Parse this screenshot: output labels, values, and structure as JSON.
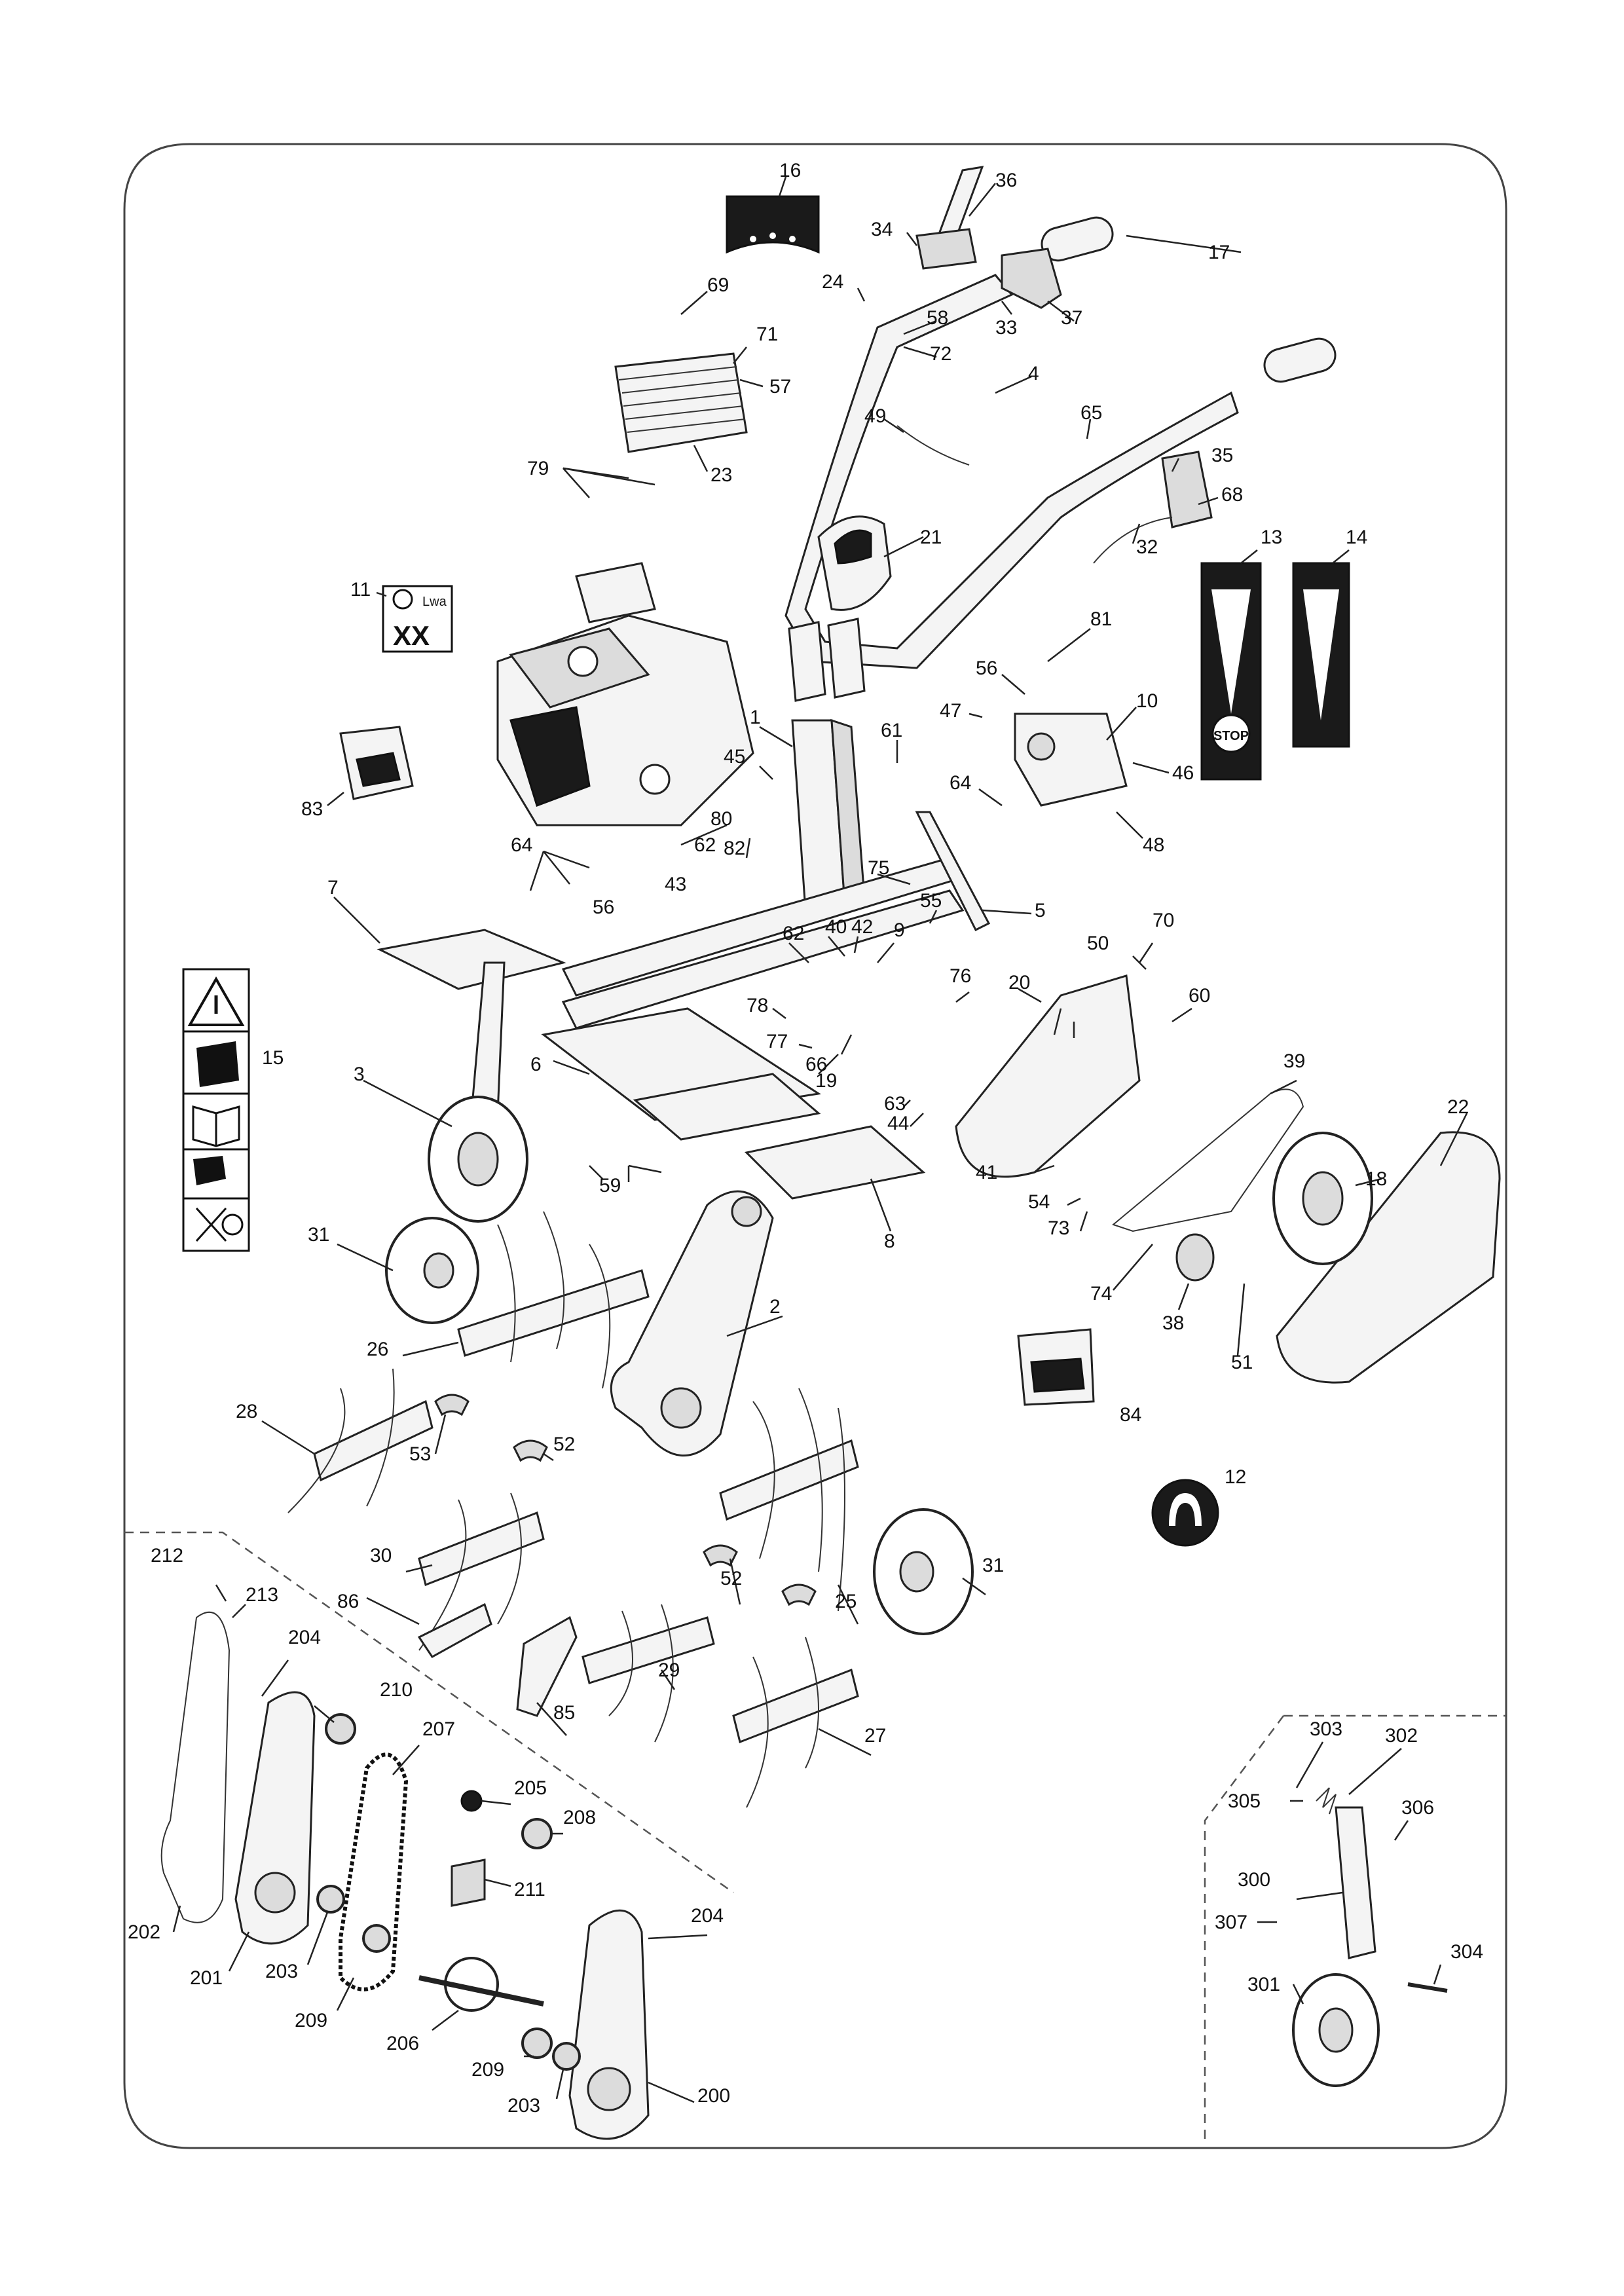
{
  "labels": {
    "l1": "1",
    "l2": "2",
    "l3": "3",
    "l4": "4",
    "l5": "5",
    "l6": "6",
    "l7": "7",
    "l8": "8",
    "l9": "9",
    "l10": "10",
    "l11": "11",
    "l12": "12",
    "l13": "13",
    "l14": "14",
    "l15": "15",
    "l16": "16",
    "l17": "17",
    "l18": "18",
    "l19": "19",
    "l20": "20",
    "l21": "21",
    "l22": "22",
    "l23": "23",
    "l24": "24",
    "l25": "25",
    "l26": "26",
    "l27": "27",
    "l28": "28",
    "l29": "29",
    "l30": "30",
    "l31a": "31",
    "l31b": "31",
    "l32": "32",
    "l33": "33",
    "l34": "34",
    "l35": "35",
    "l36": "36",
    "l37": "37",
    "l38": "38",
    "l39": "39",
    "l40": "40",
    "l41": "41",
    "l42": "42",
    "l43": "43",
    "l44": "44",
    "l45": "45",
    "l46": "46",
    "l47": "47",
    "l48": "48",
    "l49": "49",
    "l50": "50",
    "l51": "51",
    "l52a": "52",
    "l52b": "52",
    "l53": "53",
    "l54": "54",
    "l55": "55",
    "l56a": "56",
    "l56b": "56",
    "l57": "57",
    "l58": "58",
    "l59": "59",
    "l60": "60",
    "l61": "61",
    "l62a": "62",
    "l62b": "62",
    "l63": "63",
    "l64a": "64",
    "l64b": "64",
    "l65": "65",
    "l66": "66",
    "l68": "68",
    "l69": "69",
    "l70": "70",
    "l71": "71",
    "l72": "72",
    "l73": "73",
    "l74": "74",
    "l75": "75",
    "l76": "76",
    "l77": "77",
    "l78": "78",
    "l79": "79",
    "l80": "80",
    "l81": "81",
    "l82": "82",
    "l83": "83",
    "l84": "84",
    "l85": "85",
    "l86": "86",
    "l200": "200",
    "l201": "201",
    "l202": "202",
    "l203a": "203",
    "l203b": "203",
    "l204a": "204",
    "l204b": "204",
    "l205": "205",
    "l206": "206",
    "l207": "207",
    "l208": "208",
    "l209a": "209",
    "l209b": "209",
    "l210": "210",
    "l211": "211",
    "l212": "212",
    "l213": "213",
    "l300": "300",
    "l301": "301",
    "l302": "302",
    "l303": "303",
    "l304": "304",
    "l305": "305",
    "l306": "306",
    "l307": "307"
  },
  "decals": {
    "noise_label": "Lwa",
    "noise_value": "XX",
    "stop_text": "STOP"
  },
  "colors": {
    "ink": "#222222",
    "fill": "#f4f4f4",
    "shade": "#dcdcdc",
    "black": "#1a1a1a"
  }
}
